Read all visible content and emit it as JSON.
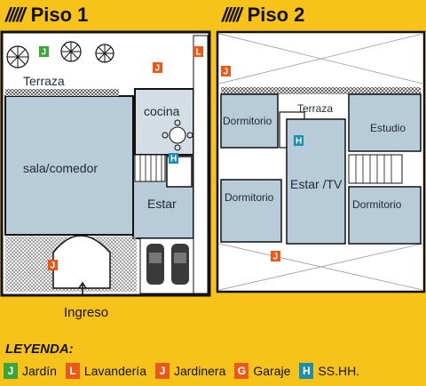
{
  "floors": [
    {
      "slashes": "/////",
      "title": "Piso 1"
    },
    {
      "slashes": "/////",
      "title": "Piso 2"
    }
  ],
  "floor1_rooms": {
    "terraza": "Terraza",
    "cocina": "cocina",
    "sala": "sala/comedor",
    "estar": "Estar"
  },
  "floor2_rooms": {
    "terraza": "Terraza",
    "dormitorio_1": "Dormitorio",
    "estudio": "Estudio",
    "dormitorio_2": "Dormitorio",
    "estar_tv": "Estar /TV",
    "dormitorio_3": "Dormitorio"
  },
  "entrance_label": "Ingreso",
  "legend_title": "LEYENDA:",
  "legend": [
    {
      "code": "J",
      "label": "Jardín",
      "color": "#3aa538"
    },
    {
      "code": "L",
      "label": "Lavandería",
      "color": "#e8591a"
    },
    {
      "code": "J",
      "label": "Jardinera",
      "color": "#e8591a"
    },
    {
      "code": "G",
      "label": "Garaje",
      "color": "#e8591a"
    },
    {
      "code": "H",
      "label": "SS.HH.",
      "color": "#1b8fb0"
    }
  ],
  "markers": {
    "jardin": "J",
    "lavanderia": "L",
    "jardinera": "J",
    "sshh": "H"
  },
  "colors": {
    "background": "#f7c21a",
    "room_fill": "#b8cbd8",
    "wall": "#1a1a1a"
  }
}
